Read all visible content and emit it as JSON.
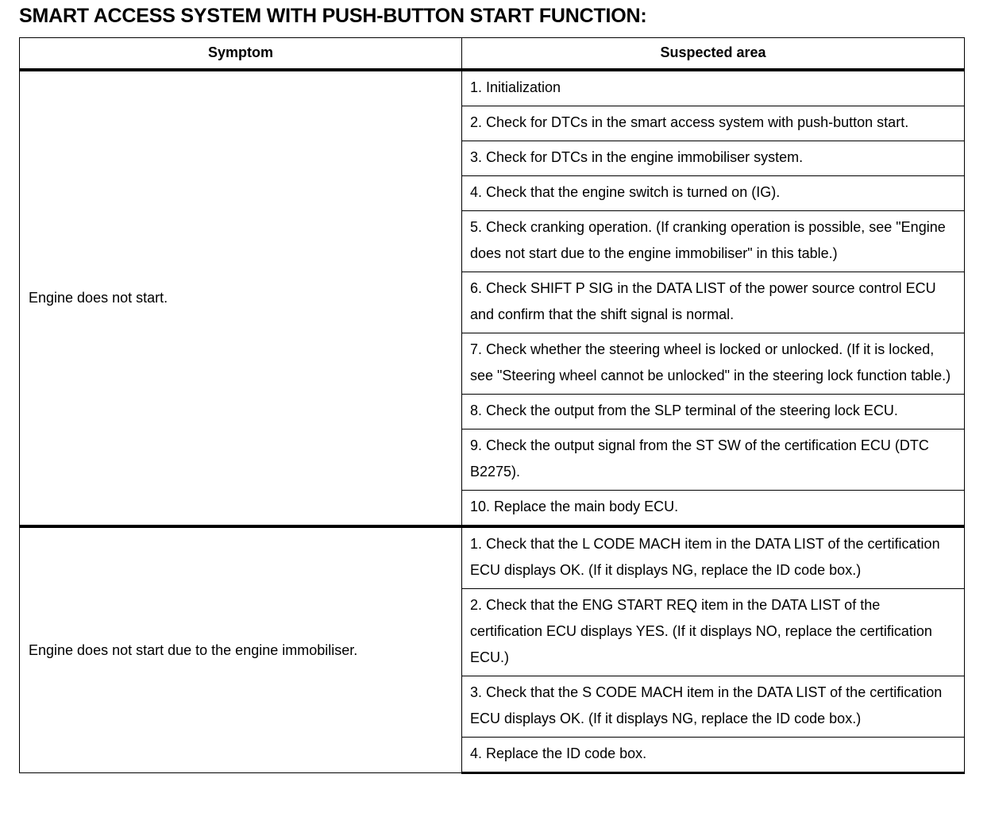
{
  "document": {
    "title": "SMART ACCESS SYSTEM WITH PUSH-BUTTON START FUNCTION:"
  },
  "table": {
    "headers": {
      "symptom": "Symptom",
      "suspected_area": "Suspected area"
    },
    "groups": [
      {
        "symptom": "Engine does not start.",
        "suspected_areas": [
          "1. Initialization",
          "2. Check for DTCs in the smart access system with push-button start.",
          "3. Check for DTCs in the engine immobiliser system.",
          "4. Check that the engine switch is turned on (IG).",
          "5. Check cranking operation. (If cranking operation is possible, see \"Engine does not start due to the engine immobiliser\" in this table.)",
          "6. Check SHIFT P SIG in the DATA LIST of the power source control ECU and confirm that the shift signal is normal.",
          "7. Check whether the steering wheel is locked or unlocked. (If it is locked, see \"Steering wheel cannot be unlocked\" in the steering lock function table.)",
          "8. Check the output from the SLP terminal of the steering lock ECU.",
          "9. Check the output signal from the ST SW of the certification ECU (DTC B2275).",
          "10. Replace the main body ECU."
        ]
      },
      {
        "symptom": "Engine does not start due to the engine immobiliser.",
        "suspected_areas": [
          "1. Check that the L CODE MACH item in the DATA LIST of the certification ECU displays OK. (If it displays NG, replace the ID code box.)",
          "2. Check that the ENG START REQ item in the DATA LIST of the certification ECU displays YES. (If it displays NO, replace the certification ECU.)",
          "3. Check that the S CODE MACH item in the DATA LIST of the certification ECU displays OK. (If it displays NG, replace the ID code box.)",
          "4. Replace the ID code box."
        ]
      }
    ]
  },
  "colors": {
    "text": "#000000",
    "background": "#ffffff",
    "border": "#000000"
  }
}
